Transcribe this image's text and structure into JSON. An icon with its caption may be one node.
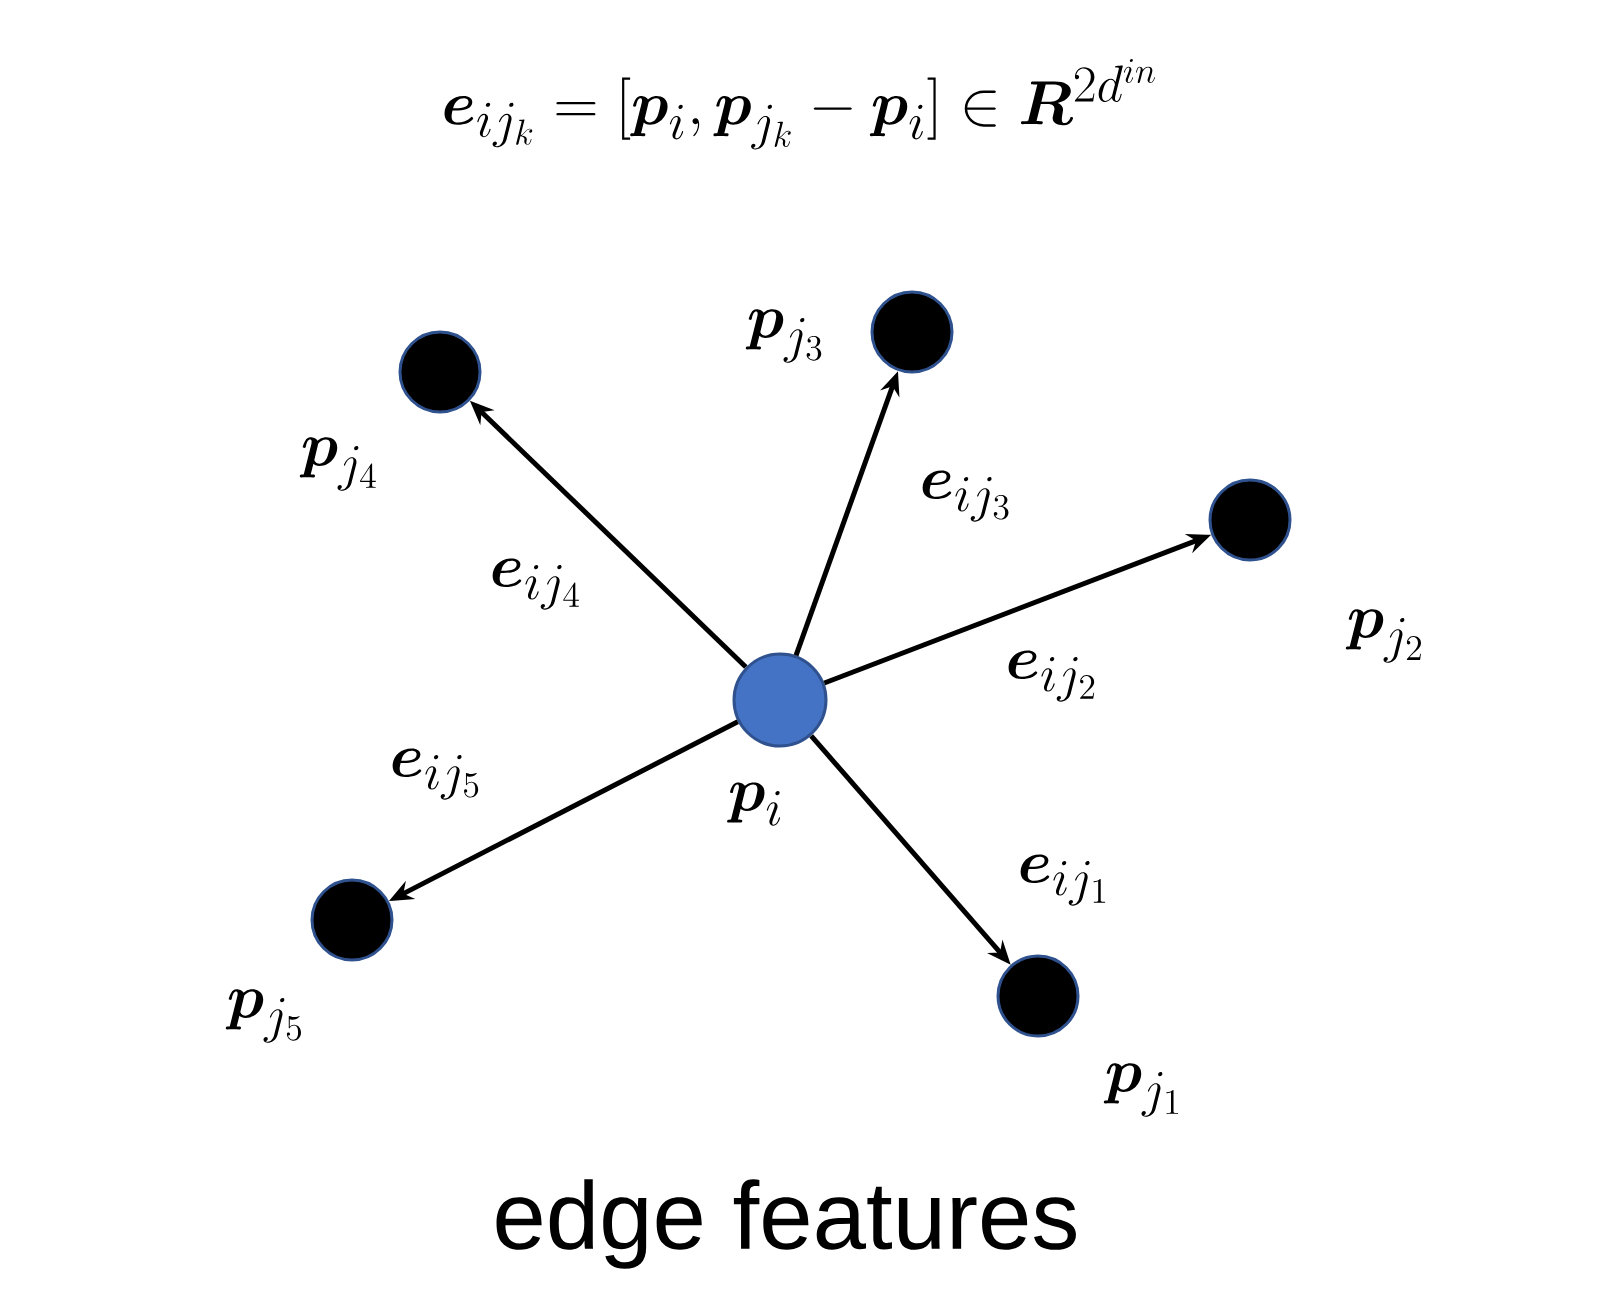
{
  "diagram": {
    "title": "\\boldsymbol{e}_{ij_k} = [\\boldsymbol{p}_i, \\boldsymbol{p}_{j_k} - \\boldsymbol{p}_i] \\in \\boldsymbol{R}^{2d^{in}}",
    "caption": "edge features",
    "nodes": [
      {
        "text": [],
        "shape": "circle",
        "beside": [
          "\\boldsymbol{p}_i"
        ]
      },
      {
        "text": [],
        "shape": "circle",
        "beside": [
          "\\boldsymbol{p}_{j_1}"
        ]
      },
      {
        "text": [],
        "shape": "circle",
        "beside": [
          "\\boldsymbol{p}_{j_2}"
        ]
      },
      {
        "text": [],
        "shape": "circle",
        "beside": [
          "\\boldsymbol{p}_{j_3}"
        ]
      },
      {
        "text": [],
        "shape": "circle",
        "beside": [
          "\\boldsymbol{p}_{j_4}"
        ]
      },
      {
        "text": [],
        "shape": "circle",
        "beside": [
          "\\boldsymbol{p}_{j_5}"
        ]
      }
    ],
    "edges": [
      {
        "from": 0,
        "to": 1,
        "arrow": "to",
        "label": "\\boldsymbol{e}_{ij_1}"
      },
      {
        "from": 0,
        "to": 2,
        "arrow": "to",
        "label": "\\boldsymbol{e}_{ij_2}"
      },
      {
        "from": 0,
        "to": 3,
        "arrow": "to",
        "label": "\\boldsymbol{e}_{ij_3}"
      },
      {
        "from": 0,
        "to": 4,
        "arrow": "to",
        "label": "\\boldsymbol{e}_{ij_4}"
      },
      {
        "from": 0,
        "to": 5,
        "arrow": "to",
        "label": "\\boldsymbol{e}_{ij_5}"
      }
    ]
  }
}
